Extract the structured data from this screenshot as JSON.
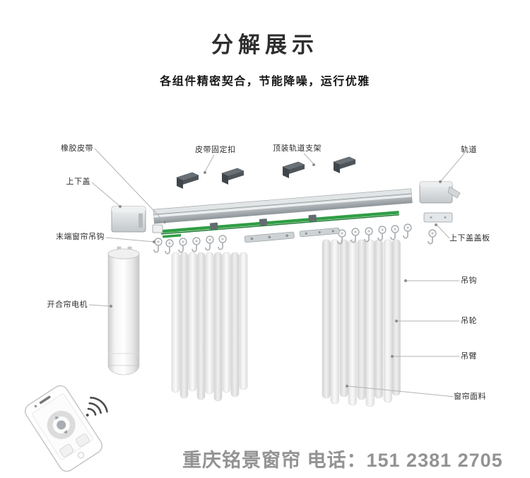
{
  "header": {
    "title": "分解展示",
    "subtitle": "各组件精密契合，节能降噪，运行优雅"
  },
  "labels": [
    {
      "id": "rubber-belt",
      "text": "橡胶皮带"
    },
    {
      "id": "top-bottom-cover",
      "text": "上下盖"
    },
    {
      "id": "end-curtain-hook",
      "text": "末端窗帘吊钩"
    },
    {
      "id": "curtain-motor",
      "text": "开合帘电机"
    },
    {
      "id": "belt-fixing-buckle",
      "text": "皮带固定扣"
    },
    {
      "id": "ceiling-track-bracket",
      "text": "顶装轨道支架"
    },
    {
      "id": "track",
      "text": "轨道"
    },
    {
      "id": "cover-plate",
      "text": "上下盖盖板"
    },
    {
      "id": "hanging-hook",
      "text": "吊钩"
    },
    {
      "id": "hanging-wheel",
      "text": "吊轮"
    },
    {
      "id": "hanging-arm",
      "text": "吊臂"
    },
    {
      "id": "curtain-fabric",
      "text": "窗帘面料"
    }
  ],
  "watermark": {
    "text": "重庆铭景窗帘 电话：151 2381 2705"
  },
  "colors": {
    "belt_green": "#2f9e44",
    "rail_gray": "#aab0b4",
    "label_text": "#2d2d2d"
  }
}
